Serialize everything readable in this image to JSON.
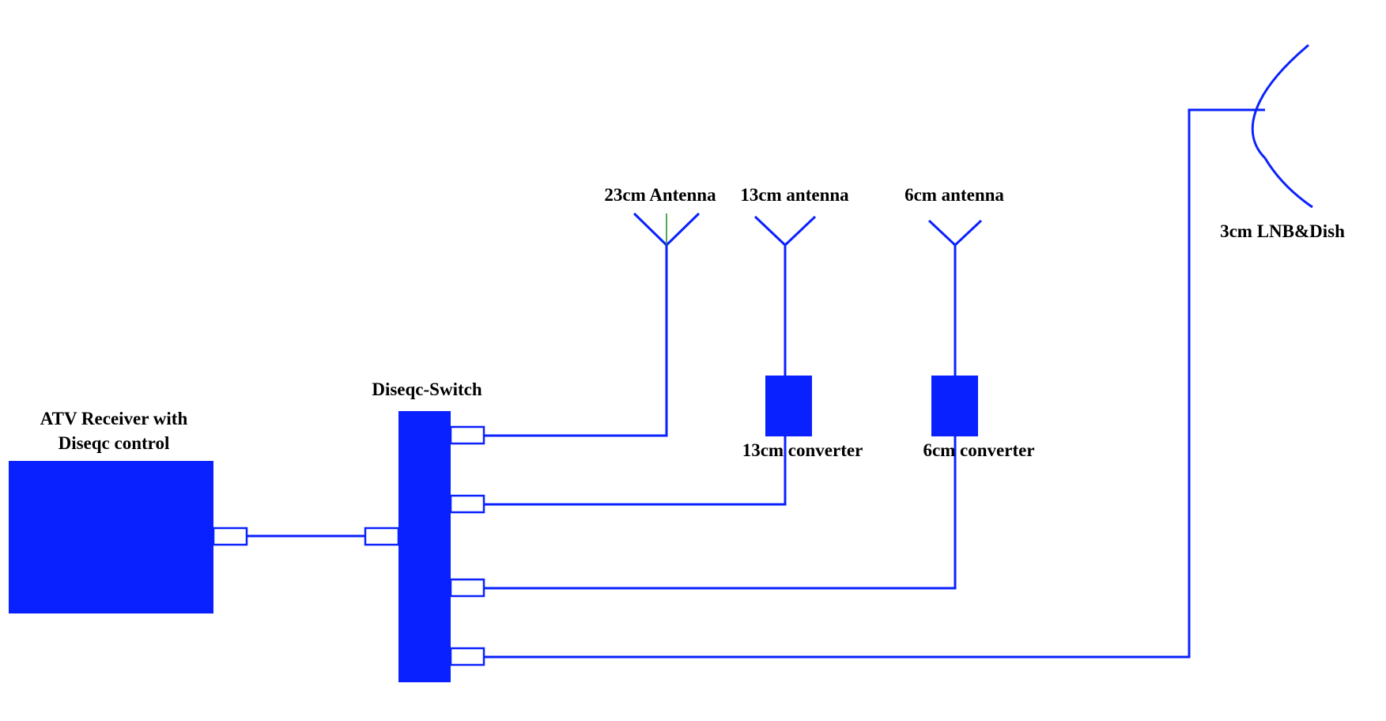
{
  "colors": {
    "wire": "#0a21ff",
    "block": "#0a21ff",
    "text": "#000000",
    "antenna_center": "#1a8a1a"
  },
  "receiver": {
    "label_line1": "ATV Receiver with",
    "label_line2": "Diseqc control"
  },
  "switch": {
    "label": "Diseqc-Switch"
  },
  "antennas": {
    "a23": {
      "label": "23cm Antenna"
    },
    "a13": {
      "label": "13cm antenna"
    },
    "a6": {
      "label": "6cm antenna"
    }
  },
  "converters": {
    "c13": {
      "label": "13cm converter"
    },
    "c6": {
      "label": "6cm converter"
    }
  },
  "dish": {
    "label": "3cm LNB&Dish"
  }
}
